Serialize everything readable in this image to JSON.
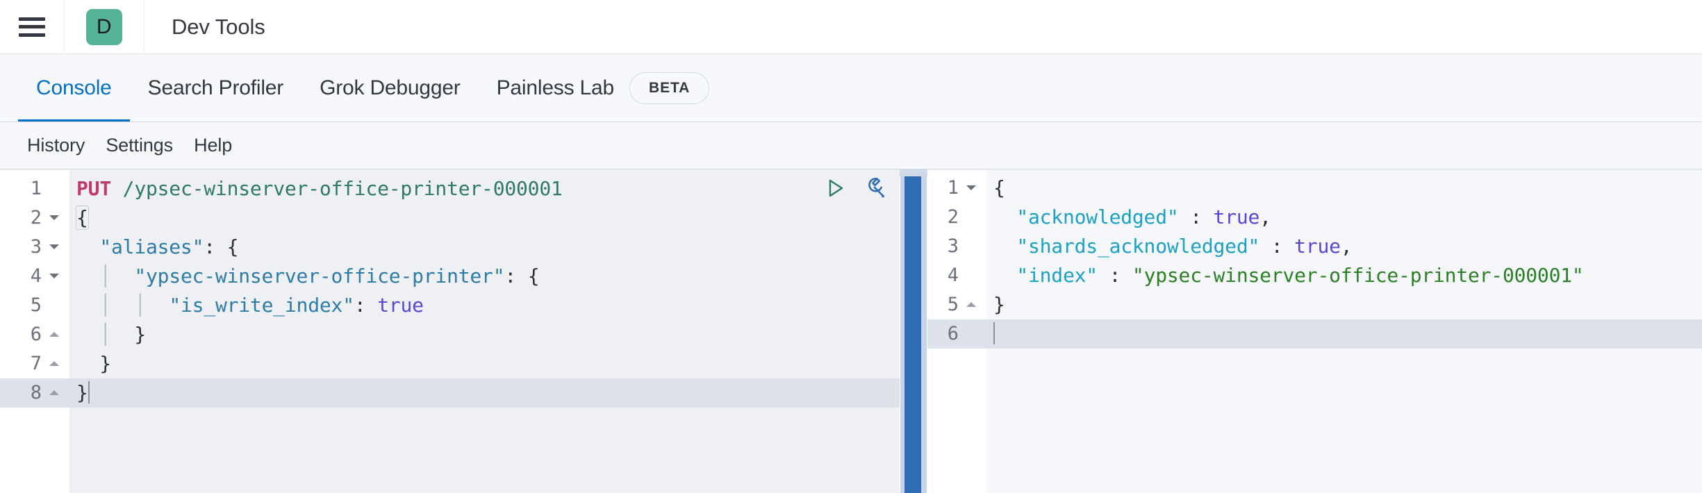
{
  "header": {
    "menu_icon": "hamburger-menu-icon",
    "avatar_letter": "D",
    "avatar_color": "#54b399",
    "title": "Dev Tools"
  },
  "tabs": [
    {
      "label": "Console",
      "active": true
    },
    {
      "label": "Search Profiler",
      "active": false
    },
    {
      "label": "Grok Debugger",
      "active": false
    },
    {
      "label": "Painless Lab",
      "active": false,
      "badge": "BETA"
    }
  ],
  "submenu": [
    {
      "label": "History"
    },
    {
      "label": "Settings"
    },
    {
      "label": "Help"
    }
  ],
  "editor": {
    "accent_color": "#0071c2",
    "actions": [
      {
        "name": "play-icon",
        "title": "Click to send request"
      },
      {
        "name": "wrench-icon",
        "title": "Open documentation / tools"
      }
    ],
    "request": {
      "method": "PUT",
      "url": "/ypsec-winserver-office-printer-000001",
      "active_line": 8,
      "lines": [
        {
          "n": "1",
          "fold": "none",
          "text": "PUT /ypsec-winserver-office-printer-000001"
        },
        {
          "n": "2",
          "fold": "open",
          "text": "{"
        },
        {
          "n": "3",
          "fold": "open",
          "text": "  \"aliases\": {"
        },
        {
          "n": "4",
          "fold": "open",
          "text": "    \"ypsec-winserver-office-printer\": {"
        },
        {
          "n": "5",
          "fold": "none",
          "text": "      \"is_write_index\": true"
        },
        {
          "n": "6",
          "fold": "close",
          "text": "    }"
        },
        {
          "n": "7",
          "fold": "close",
          "text": "  }"
        },
        {
          "n": "8",
          "fold": "close",
          "text": "}"
        }
      ],
      "body_keys": {
        "aliases": "\"aliases\"",
        "alias_name": "\"ypsec-winserver-office-printer\"",
        "is_write_index": "\"is_write_index\"",
        "is_write_index_value": "true"
      }
    },
    "response": {
      "active_line": 6,
      "lines": [
        {
          "n": "1",
          "fold": "open",
          "text": "{"
        },
        {
          "n": "2",
          "fold": "none",
          "text": "  \"acknowledged\" : true,"
        },
        {
          "n": "3",
          "fold": "none",
          "text": "  \"shards_acknowledged\" : true,"
        },
        {
          "n": "4",
          "fold": "none",
          "text": "  \"index\" : \"ypsec-winserver-office-printer-000001\""
        },
        {
          "n": "5",
          "fold": "close",
          "text": "}"
        },
        {
          "n": "6",
          "fold": "none",
          "text": ""
        }
      ],
      "fields": {
        "acknowledged_key": "\"acknowledged\"",
        "acknowledged_value": "true",
        "shards_acknowledged_key": "\"shards_acknowledged\"",
        "shards_acknowledged_value": "true",
        "index_key": "\"index\"",
        "index_value": "\"ypsec-winserver-office-printer-000001\""
      }
    }
  }
}
